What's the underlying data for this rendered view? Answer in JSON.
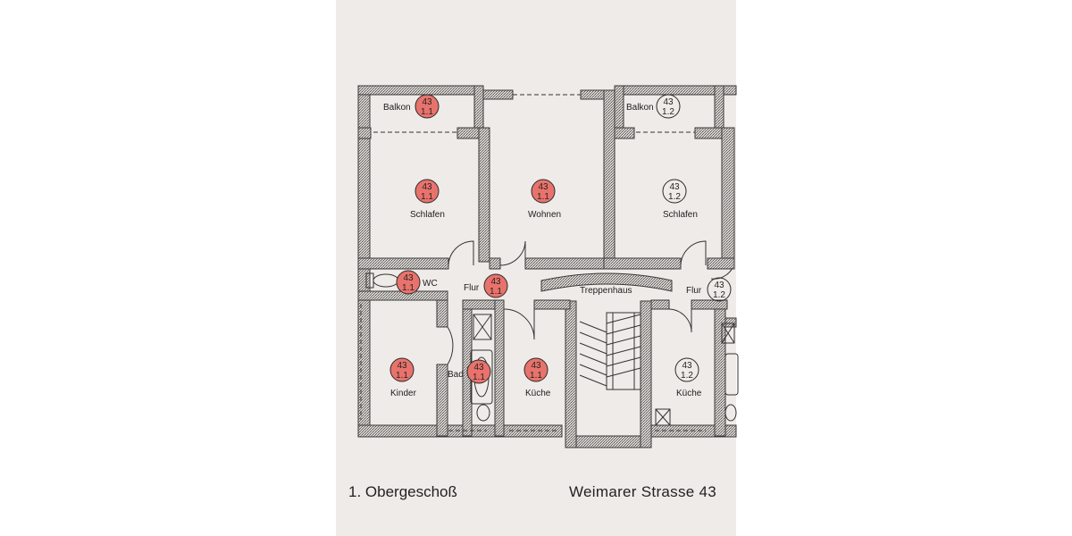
{
  "colors": {
    "paper": "#efebe8",
    "wall_fill": "#d2cec9",
    "wall_line": "#3a3a3a",
    "marker_red": "#e8736c",
    "marker_outline": "#2a2a2a"
  },
  "rooms": {
    "balkon_left": "Balkon",
    "schlafen_left": "Schlafen",
    "wohnen": "Wohnen",
    "balkon_right": "Balkon",
    "schlafen_right": "Schlafen",
    "wc": "WC",
    "flur_left": "Flur",
    "treppenhaus": "Treppenhaus",
    "flur_right": "Flur",
    "kinder": "Kinder",
    "bad": "Bad",
    "kueche_left": "Küche",
    "kueche_right": "Küche"
  },
  "markers": {
    "balkon_left": {
      "house": "43",
      "unit": "1.1",
      "highlighted": true
    },
    "schlafen_left": {
      "house": "43",
      "unit": "1.1",
      "highlighted": true
    },
    "wohnen": {
      "house": "43",
      "unit": "1.1",
      "highlighted": true
    },
    "balkon_right": {
      "house": "43",
      "unit": "1.2",
      "highlighted": false
    },
    "schlafen_right": {
      "house": "43",
      "unit": "1.2",
      "highlighted": false
    },
    "wc": {
      "house": "43",
      "unit": "1.1",
      "highlighted": true
    },
    "flur_left": {
      "house": "43",
      "unit": "1.1",
      "highlighted": true
    },
    "flur_right": {
      "house": "43",
      "unit": "1.2",
      "highlighted": false
    },
    "kinder": {
      "house": "43",
      "unit": "1.1",
      "highlighted": true
    },
    "bad": {
      "house": "43",
      "unit": "1.1",
      "highlighted": true
    },
    "kueche_left": {
      "house": "43",
      "unit": "1.1",
      "highlighted": true
    },
    "kueche_right": {
      "house": "43",
      "unit": "1.2",
      "highlighted": false
    }
  },
  "caption": {
    "floor": "1. Obergeschoß",
    "address": "Weimarer Strasse 43"
  }
}
